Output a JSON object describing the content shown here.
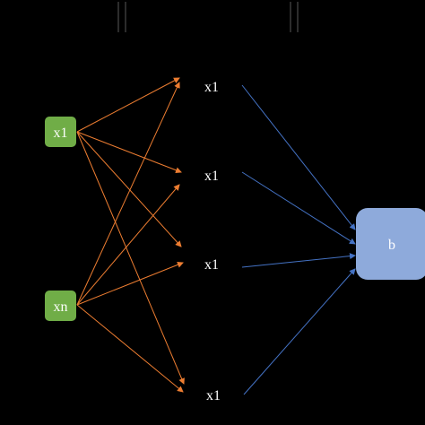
{
  "colors": {
    "background": "#000000",
    "input_fill": "#70ad47",
    "output_fill": "#8eaadb",
    "orange_edge": "#ed7d31",
    "blue_edge": "#4472c4",
    "text_light": "#ffffff",
    "divider": "#3a3a3a"
  },
  "input_nodes": [
    {
      "label": "x1"
    },
    {
      "label": "xn"
    }
  ],
  "middle_labels": [
    {
      "label": "x1"
    },
    {
      "label": "x1"
    },
    {
      "label": "x1"
    },
    {
      "label": "x1"
    }
  ],
  "output_node": {
    "label": "b"
  },
  "icons": {
    "top_marks": "double-vertical-bar-icon"
  }
}
